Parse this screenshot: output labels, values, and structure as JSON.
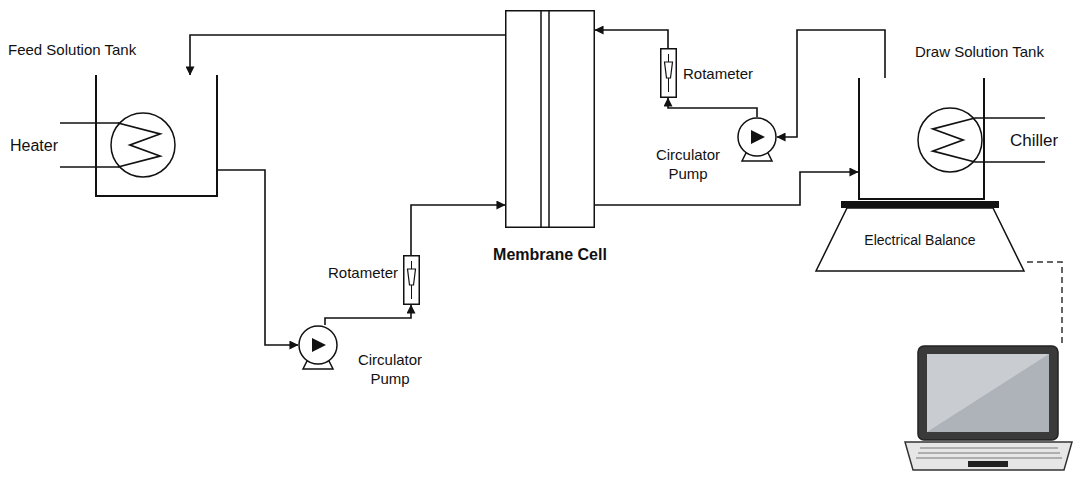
{
  "diagram": {
    "nodes": [
      {
        "text": [
          "Feed Solution Tank"
        ]
      },
      {
        "text": [
          "Heater"
        ],
        "in": 0
      },
      {
        "text": [
          "Circulator Pump"
        ]
      },
      {
        "text": [
          "Rotameter"
        ]
      },
      {
        "text": [
          "Membrane Cell"
        ]
      },
      {
        "text": [
          "Rotameter"
        ]
      },
      {
        "text": [
          "Circulator Pump"
        ]
      },
      {
        "text": [
          "Draw Solution Tank"
        ]
      },
      {
        "text": [
          "Chiller"
        ],
        "in": 7
      },
      {
        "text": [
          "Electrical Balance"
        ]
      }
    ],
    "edges": [
      {
        "from": 0,
        "to": 2,
        "arrow": "to"
      },
      {
        "from": 2,
        "to": 3,
        "arrow": "to"
      },
      {
        "from": 3,
        "to": 4,
        "arrow": "to"
      },
      {
        "from": 4,
        "to": 0,
        "arrow": "to"
      },
      {
        "from": 4,
        "to": 7,
        "arrow": "to"
      },
      {
        "from": 7,
        "to": 6,
        "arrow": "to"
      },
      {
        "from": 6,
        "to": 5,
        "arrow": "to"
      },
      {
        "from": 5,
        "to": 4,
        "arrow": "to"
      }
    ]
  }
}
